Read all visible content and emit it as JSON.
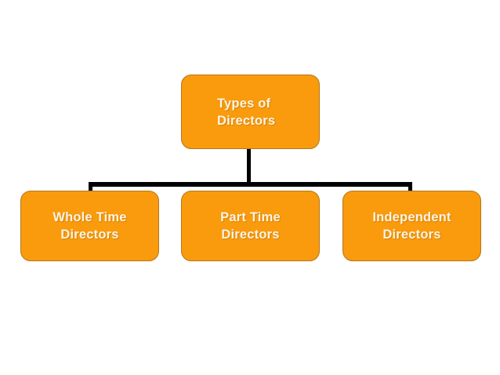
{
  "diagram": {
    "type": "org-hierarchy",
    "title": "Types of Directors",
    "colors": {
      "node_fill": "#F99B0C",
      "node_border": "#B5761D",
      "node_text": "#FDF3E4",
      "connector": "#000000",
      "background": "#FFFFFF"
    },
    "root": {
      "label": "Types of\nDirectors"
    },
    "children": [
      {
        "label": "Whole Time\nDirectors"
      },
      {
        "label": "Part Time\nDirectors"
      },
      {
        "label": "Independent\nDirectors"
      }
    ]
  }
}
